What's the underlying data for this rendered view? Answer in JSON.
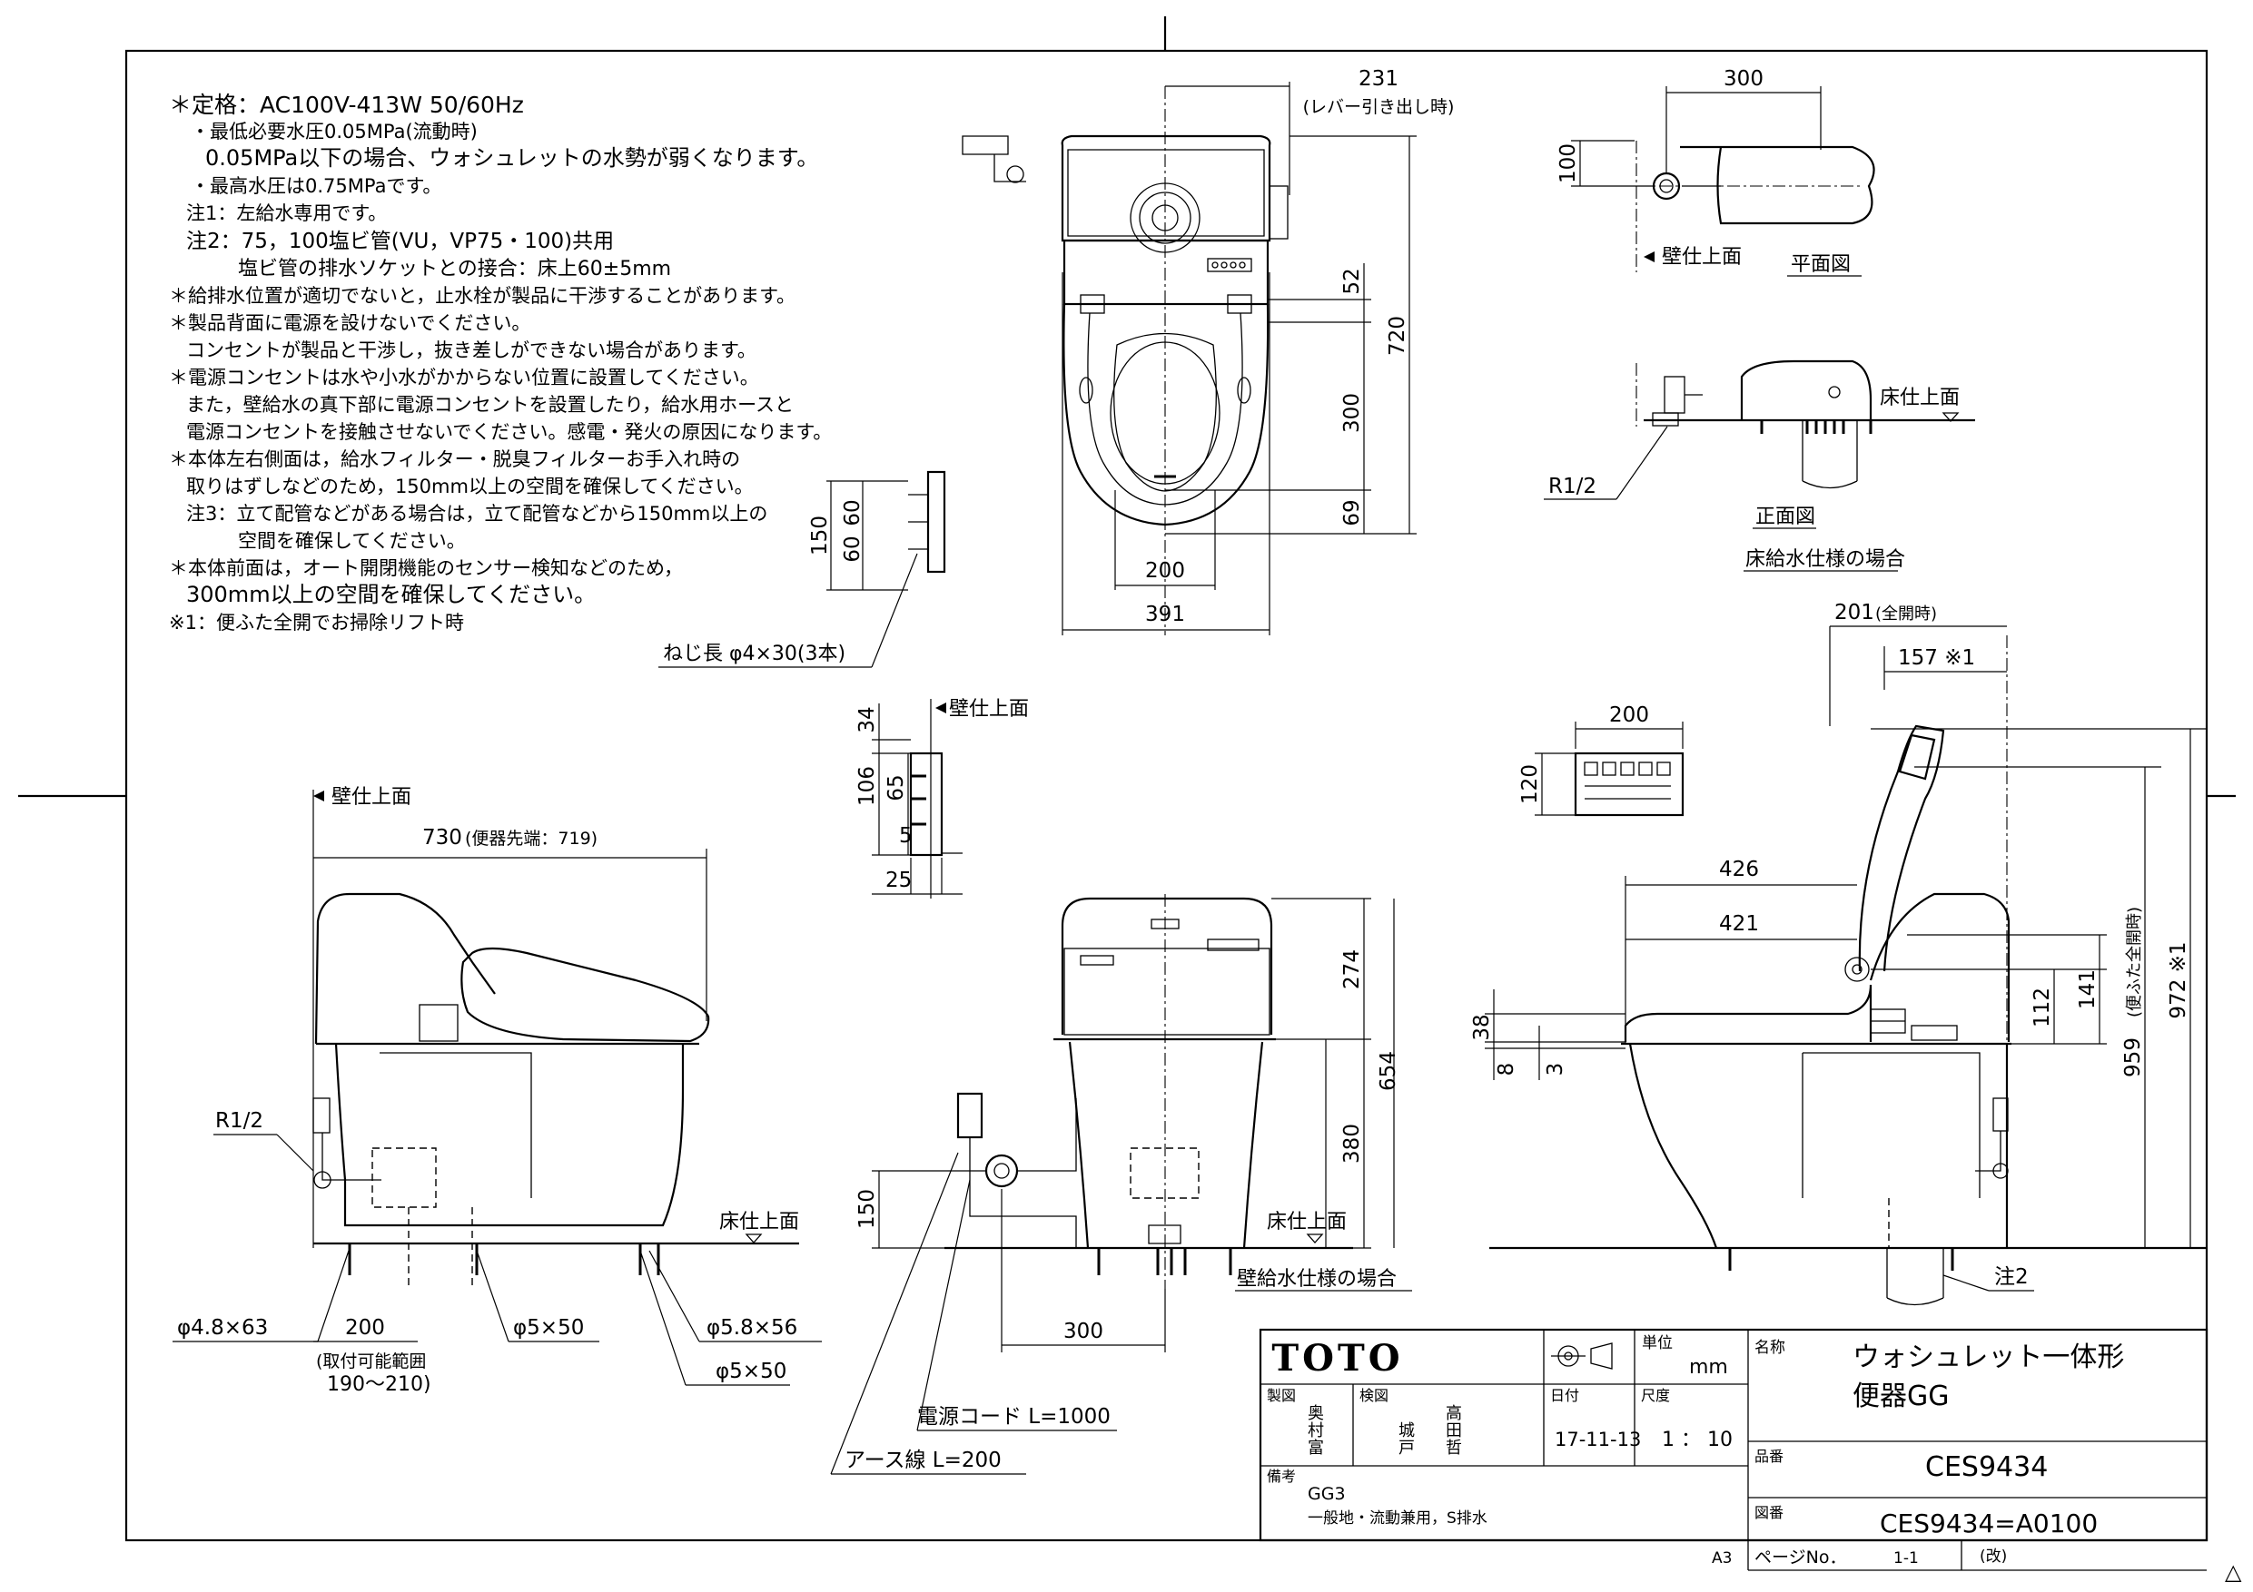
{
  "notes": [
    "＊定格：AC100V-413W 50/60Hz",
    "・最低必要水圧0.05MPa(流動時)",
    "0.05MPa以下の場合、ウォシュレットの水勢が弱くなります。",
    "・最高水圧は0.75MPaです。",
    "注1：左給水専用です。",
    "注2：75，100塩ビ管(VU，VP75・100)共用",
    "塩ビ管の排水ソケットとの接合：床上60±5mm",
    "＊給排水位置が適切でないと，止水栓が製品に干渉することがあります。",
    "＊製品背面に電源を設けないでください。",
    "コンセントが製品と干渉し，抜き差しができない場合があります。",
    "＊電源コンセントは水や小水がかからない位置に設置してください。",
    "また，壁給水の真下部に電源コンセントを設置したり，給水用ホースと",
    "電源コンセントを接触させないでください。感電・発火の原因になります。",
    "＊本体左右側面は，給水フィルター・脱臭フィルターお手入れ時の",
    "取りはずしなどのため，150mm以上の空間を確保してください。",
    "注3：立て配管などがある場合は，立て配管などから150mm以上の",
    "空間を確保してください。",
    "＊本体前面は，オート開閉機能のセンサー検知などのため，",
    "300mm以上の空間を確保してください。",
    "※1：便ふた全開でお掃除リフト時"
  ],
  "dims": {
    "top_231": "231",
    "top_lever": "(レバー引き出し時)",
    "top_52": "52",
    "top_720": "720",
    "top_300": "300",
    "top_69": "69",
    "top_200": "200",
    "top_391": "391",
    "bk_150": "150",
    "bk_60a": "60",
    "bk_60b": "60",
    "screw": "ねじ長 φ4×30(3本)",
    "plan_300": "300",
    "plan_100": "100",
    "wall_surface_1": "壁仕上面",
    "plan_view": "平面図",
    "floor_surface_1": "床仕上面",
    "front_view": "正面図",
    "floor_supply_case": "床給水仕様の場合",
    "r12_a": "R1/2",
    "wall_surface_2": "壁仕上面",
    "wall_surface_3": "壁仕上面",
    "side_730": "730",
    "side_730_note": "(便器先端：719)",
    "r12_b": "R1/2",
    "floor_surface_2": "床仕上面",
    "d48x63": "φ4.8×63",
    "side_200": "200",
    "range_note": "(取付可能範囲",
    "range_val": "190～210)",
    "d5x50a": "φ5×50",
    "d58x56": "φ5.8×56",
    "d5x50b": "φ5×50",
    "bk2_34": "34",
    "bk2_106": "106",
    "bk2_65": "65",
    "bk2_5": "5",
    "bk2_25": "25",
    "fr_274": "274",
    "fr_654": "654",
    "fr_380": "380",
    "fr_150": "150",
    "fr_300": "300",
    "floor_surface_3": "床仕上面",
    "wall_supply_case": "壁給水仕様の場合",
    "power_cord": "電源コード L=1000",
    "earth_wire": "アース線 L=200",
    "rm_200": "200",
    "rm_120": "120",
    "rs_201": "201",
    "rs_201_note": "(全開時)",
    "rs_157": "157 ※1",
    "rs_426": "426",
    "rs_421": "421",
    "rs_112": "112",
    "rs_141": "141",
    "rs_959": "959",
    "rs_959_note": "(便ふた全開時)",
    "rs_972": "972 ※1",
    "rs_38": "38",
    "rs_8": "8",
    "rs_3": "3",
    "note2": "注2"
  },
  "title_block": {
    "brand": "TOTO",
    "unit_label": "単位",
    "unit": "mm",
    "name_label": "名称",
    "name1": "ウォシュレット一体形",
    "name2": "便器GG",
    "seizu_label": "製図",
    "seizu_names": [
      "奥",
      "村",
      "富"
    ],
    "kenzu_label": "検図",
    "kenzu_names_a": [
      "城",
      "戸"
    ],
    "kenzu_names_b": [
      "高",
      "田",
      "哲"
    ],
    "date_label": "日付",
    "date": "17-11-13",
    "scale_label": "尺度",
    "scale": "1 ： 10",
    "part_label": "品番",
    "part": "CES9434",
    "remarks_label": "備考",
    "remarks1": "GG3",
    "remarks2": "一般地・流動兼用，S排水",
    "drawing_label": "図番",
    "drawing": "CES9434=A0100",
    "sheet_size": "A3",
    "page_label": "ページNo．",
    "page": "1-1",
    "rev": "(改)",
    "triangle": "△"
  }
}
